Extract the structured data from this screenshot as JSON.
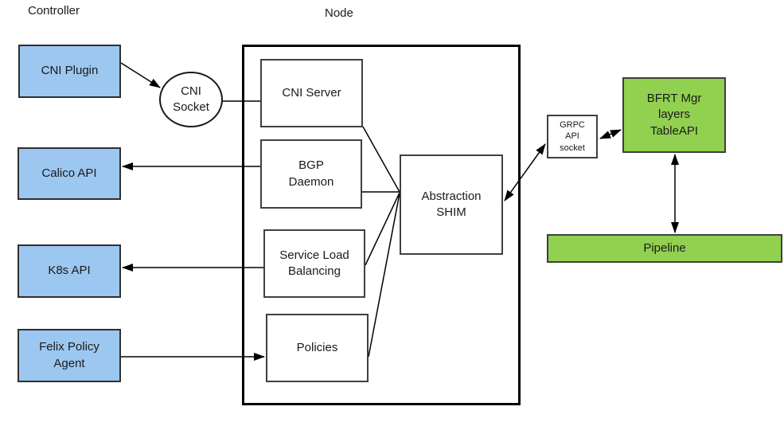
{
  "diagram": {
    "section_labels": {
      "controller": "Controller",
      "node": "Node"
    },
    "nodes": {
      "cni_plugin": {
        "label": "CNI Plugin"
      },
      "cni_socket": {
        "lines": [
          "CNI",
          "Socket"
        ]
      },
      "calico_api": {
        "label": "Calico API"
      },
      "k8s_api": {
        "label": "K8s API"
      },
      "felix_policy_agent": {
        "lines": [
          "Felix Policy",
          "Agent"
        ]
      },
      "cni_server": {
        "label": "CNI Server"
      },
      "bgp_daemon": {
        "lines": [
          "BGP",
          "Daemon"
        ]
      },
      "service_load_balancing": {
        "lines": [
          "Service Load",
          "Balancing"
        ]
      },
      "policies": {
        "label": "Policies"
      },
      "abstraction_shim": {
        "lines": [
          "Abstraction",
          "SHIM"
        ]
      },
      "grpc_api_socket": {
        "lines": [
          "GRPC",
          "API",
          "socket"
        ]
      },
      "bfrt_mgr": {
        "lines": [
          "BFRT Mgr",
          "layers",
          "TableAPI"
        ]
      },
      "pipeline": {
        "label": "Pipeline"
      }
    },
    "edges": [
      {
        "from": "cni_plugin",
        "to": "cni_socket",
        "arrow": "forward"
      },
      {
        "from": "cni_socket",
        "to": "cni_server",
        "arrow": "none"
      },
      {
        "from": "cni_server",
        "to": "abstraction_shim",
        "arrow": "none"
      },
      {
        "from": "bgp_daemon",
        "to": "abstraction_shim",
        "arrow": "none"
      },
      {
        "from": "bgp_daemon",
        "to": "calico_api",
        "arrow": "forward"
      },
      {
        "from": "service_load_balancing",
        "to": "abstraction_shim",
        "arrow": "none"
      },
      {
        "from": "service_load_balancing",
        "to": "k8s_api",
        "arrow": "forward"
      },
      {
        "from": "policies",
        "to": "abstraction_shim",
        "arrow": "none"
      },
      {
        "from": "felix_policy_agent",
        "to": "policies",
        "arrow": "forward"
      },
      {
        "from": "abstraction_shim",
        "to": "grpc_api_socket",
        "arrow": "both"
      },
      {
        "from": "grpc_api_socket",
        "to": "bfrt_mgr",
        "arrow": "both"
      },
      {
        "from": "bfrt_mgr",
        "to": "pipeline",
        "arrow": "both"
      }
    ],
    "colors": {
      "controller_box_fill": "#9CC7F0",
      "hardware_box_fill": "#92D050",
      "box_border": "#404040",
      "line": "#000000",
      "background": "#FFFFFF"
    }
  }
}
